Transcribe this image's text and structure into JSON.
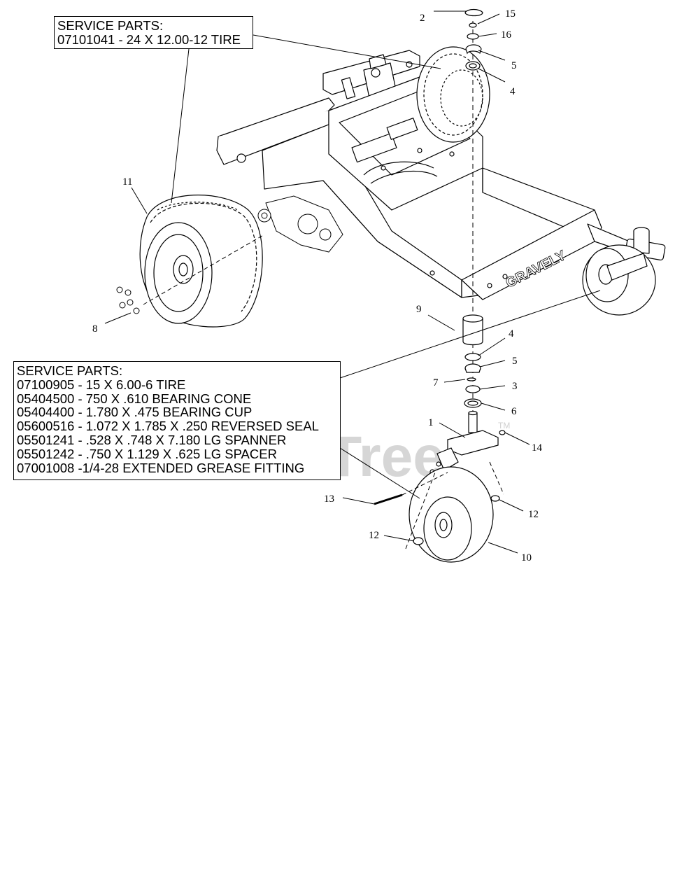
{
  "watermark": {
    "text": "PartsTree",
    "tm": "TM"
  },
  "service_boxes": [
    {
      "id": "rear",
      "lines": [
        "SERVICE PARTS:",
        "07101041 - 24 X 12.00-12 TIRE"
      ]
    },
    {
      "id": "front",
      "lines": [
        "SERVICE PARTS:",
        "07100905 - 15 X 6.00-6 TIRE",
        "05404500 - 750 X .610 BEARING CONE",
        "05404400 - 1.780 X .475 BEARING CUP",
        "05600516 - 1.072 X 1.785 X .250 REVERSED SEAL",
        "05501241 - .528 X .748 X 7.180 LG SPANNER",
        "05501242 - .750 X 1.129 X .625 LG SPACER",
        "07001008 -1/4-28 EXTENDED GREASE FITTING"
      ]
    }
  ],
  "frame_logo": "GRAVELY",
  "callouts": [
    "2",
    "15",
    "16",
    "5",
    "4",
    "11",
    "8",
    "9",
    "4",
    "5",
    "7",
    "3",
    "6",
    "1",
    "14",
    "13",
    "12",
    "12",
    "10"
  ]
}
